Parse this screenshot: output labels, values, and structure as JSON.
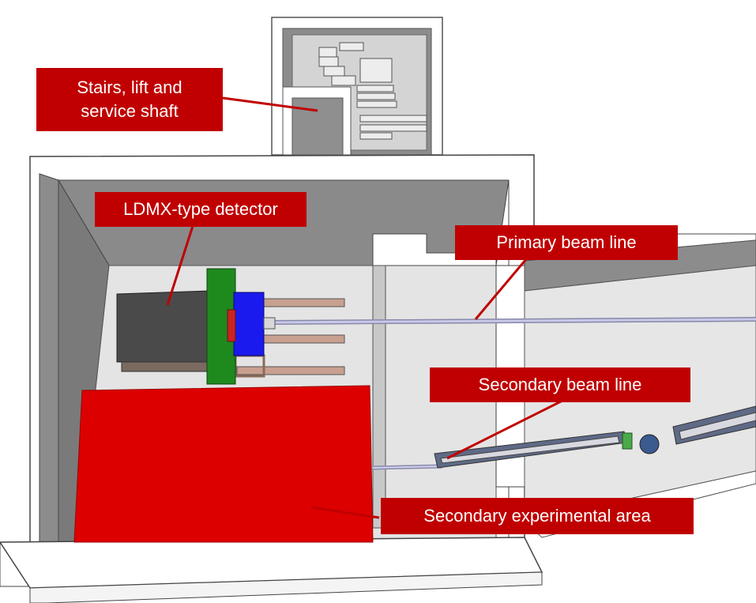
{
  "labels": {
    "stairs_line1": "Stairs, lift and",
    "stairs_line2": "service shaft",
    "detector": "LDMX-type  detector",
    "primary": "Primary beam line",
    "secondary_beam": "Secondary beam line",
    "secondary_area": "Secondary experimental area"
  },
  "colors": {
    "callout": "#c00000",
    "wall_top": "#ffffff",
    "wall_inner": "#8a8a8a",
    "floor": "#e4e4e4",
    "area_red": "#dd0000",
    "yoke_green": "#1e8a1e",
    "magnet_blue": "#1a1aee",
    "ecal_dark": "#4a4a4a",
    "rails": "#c8a090"
  }
}
